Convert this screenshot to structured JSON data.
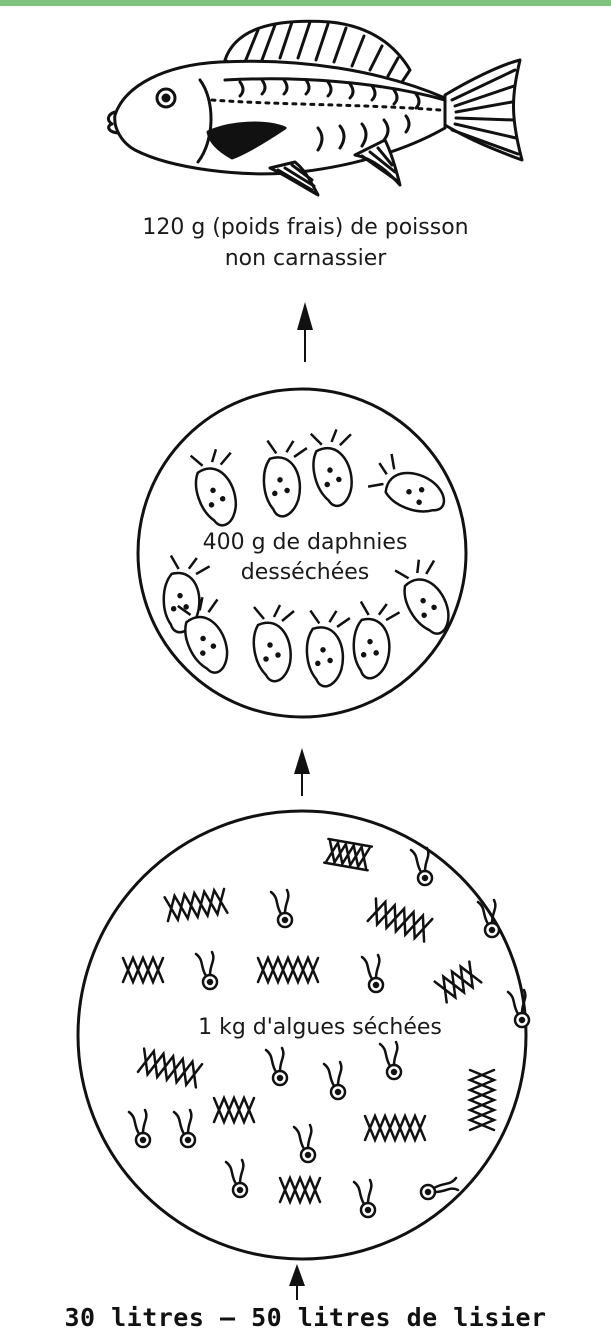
{
  "fish_caption": {
    "line1": "120 g (poids frais) de poisson",
    "line2": "non carnassier"
  },
  "daphnia_label": {
    "line1": "400 g de daphnies",
    "line2": "desséchées"
  },
  "algae_label": "1 kg d'algues séchées",
  "input_caption": "30 litres – 50 litres de lisier",
  "colors": {
    "ink": "#111111",
    "strip": "#7fc27f"
  }
}
